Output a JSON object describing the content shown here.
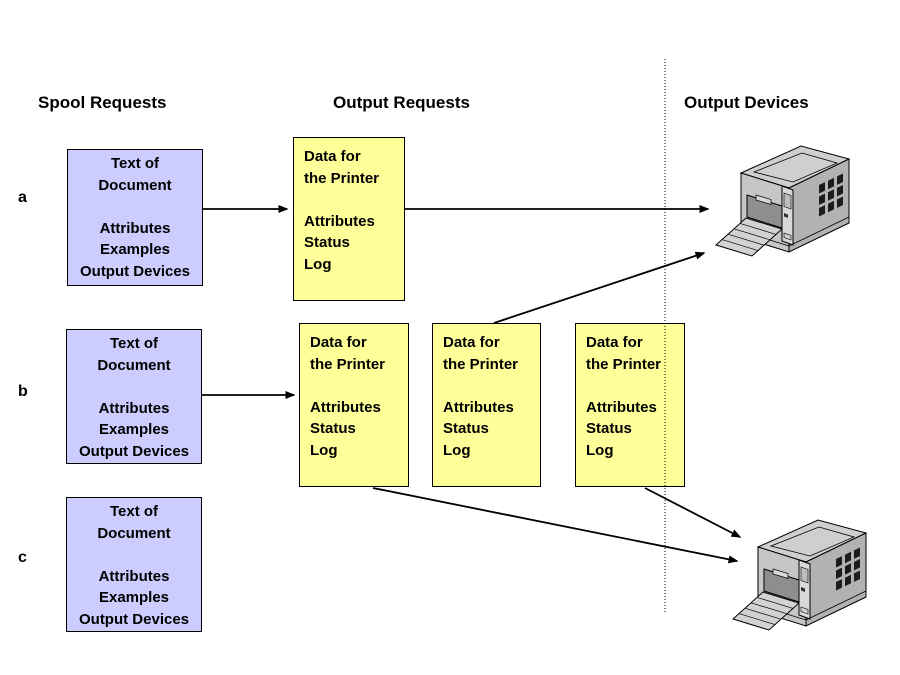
{
  "headers": {
    "spool_requests": "Spool Requests",
    "output_requests": "Output Requests",
    "output_devices": "Output Devices"
  },
  "row_labels": {
    "a": "a",
    "b": "b",
    "c": "c"
  },
  "spool_request_box": {
    "top_lines": [
      "Text of",
      "Document"
    ],
    "bottom_lines": [
      "Attributes",
      "Examples",
      "Output Devices"
    ]
  },
  "output_request_box": {
    "top_lines": [
      "Data for",
      "the Printer"
    ],
    "bottom_lines": [
      "Attributes",
      "Status",
      "Log"
    ]
  },
  "icons": {
    "printer_top": "printer-icon",
    "printer_bottom": "printer-icon"
  },
  "colors": {
    "background": "#ffffff",
    "spool_box_fill": "#ccccff",
    "output_box_fill": "#ffff99",
    "box_border": "#000000",
    "line_color": "#000000"
  }
}
